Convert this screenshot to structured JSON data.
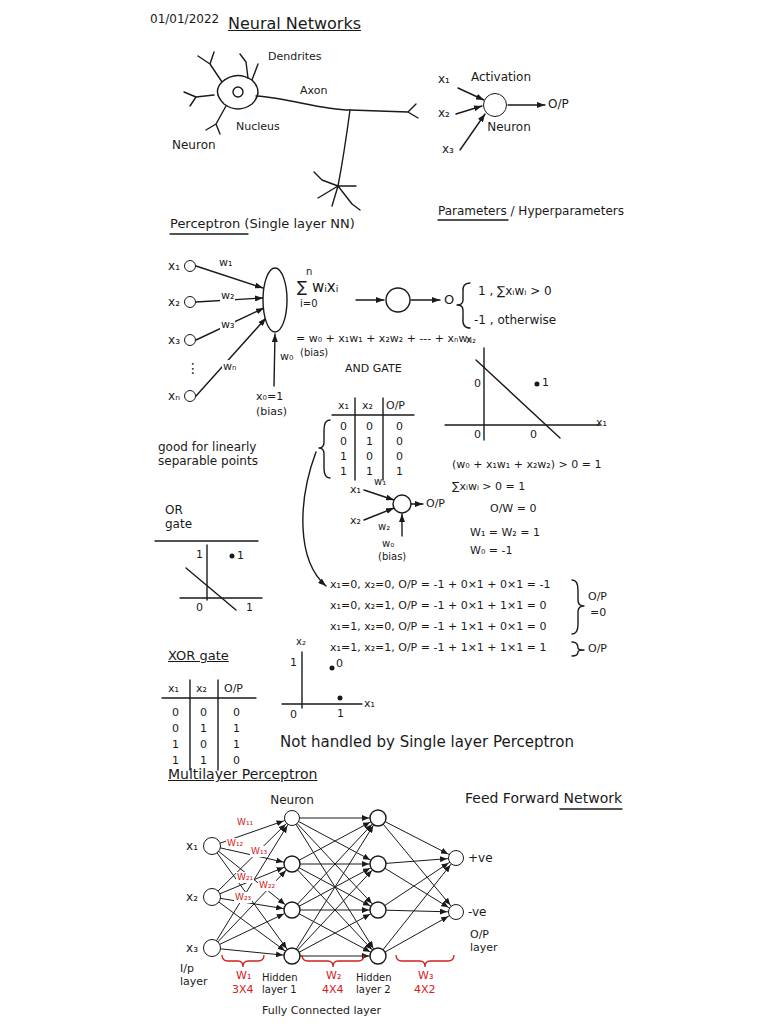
{
  "diagram": {
    "title": "Neural Networks",
    "nodes": [
      {
        "text": [
          "Activation",
          "Neuron"
        ]
      },
      {
        "text": [
          "x₁"
        ]
      },
      {
        "text": [
          "x₂"
        ]
      },
      {
        "text": [
          "x₃"
        ]
      },
      {
        "text": [
          "xₙ"
        ]
      },
      {
        "text": [
          "x₁"
        ]
      },
      {
        "text": [
          "x₂"
        ]
      },
      {
        "text": [
          "x₃"
        ]
      },
      {
        "text": [
          "Neuron"
        ]
      },
      {
        "text": [
          "+ve"
        ]
      },
      {
        "text": [
          "-ve"
        ]
      }
    ],
    "labels": [
      "01/01/2022",
      "Dendrites",
      "Axon",
      "Nucleus",
      "Neuron",
      "x₁",
      "x₂",
      "x₃",
      "O/P",
      "Parameters / Hyperparameters",
      "Perceptron (Single layer NN)",
      "w₁",
      "w₂",
      "w₃",
      "⋮",
      "wₙ",
      "w₀",
      "x₀=1",
      "(bias)",
      "n",
      "∑ wᵢxᵢ",
      "i=0",
      "O",
      "1 ,  ∑xᵢwᵢ > 0",
      "-1 , otherwise",
      "= w₀ + x₁w₁ + x₂w₂ + --- + xₙwₙ",
      "(bias)",
      "AND GATE",
      "good for linearly separable points",
      "x₁",
      "x₂",
      "O/P",
      "0",
      "0",
      "0",
      "0",
      "1",
      "0",
      "1",
      "0",
      "0",
      "1",
      "1",
      "1",
      "x₂",
      "x₁",
      "0",
      "1",
      "0",
      "0",
      "(w₀ + x₁w₁ + x₂w₂) > 0 = 1",
      "∑xᵢwᵢ > 0 = 1",
      "O/W = 0",
      "W₁ = W₂ = 1",
      "W₀ = -1",
      "x₁",
      "w₁",
      "x₂",
      "w₂",
      "O/P",
      "w₀",
      "(bias)",
      "OR gate",
      "1",
      "1",
      "0",
      "1",
      "x₁=0, x₂=0, O/P = -1 + 0×1 + 0×1 = -1",
      "x₁=0, x₂=1, O/P = -1 + 0×1 + 1×1 = 0",
      "x₁=1, x₂=0, O/P = -1 + 1×1 + 0×1 = 0",
      "x₁=1, x₂=1, O/P = -1 + 1×1 + 1×1 = 1",
      "O/P",
      "=0",
      "O/P",
      "XOR gate",
      "x₁",
      "x₂",
      "O/P",
      "0",
      "0",
      "0",
      "0",
      "1",
      "1",
      "1",
      "0",
      "1",
      "1",
      "1",
      "0",
      "x₂",
      "1",
      "0",
      "0",
      "1",
      "x₁",
      "Not handled by Single layer Perceptron",
      "Multilayer Perceptron",
      "Feed Forward Network",
      "W₁₁",
      "W₁₂",
      "W₁₃",
      "W₂₁",
      "W₂₂",
      "W₂₃",
      "O/P layer",
      "I/p layer",
      "W₁",
      "3X4",
      "Hidden layer 1",
      "W₂",
      "4X4",
      "Hidden layer 2",
      "W₃",
      "4X2",
      "Fully Connected layer"
    ]
  }
}
